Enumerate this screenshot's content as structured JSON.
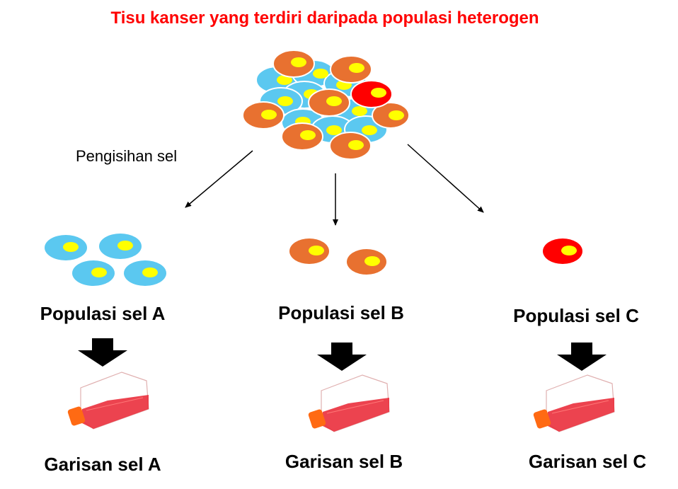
{
  "title": "Tisu kanser yang terdiri daripada populasi heterogen",
  "separation_label": "Pengisihan sel",
  "populations": [
    {
      "label": "Populasi sel A",
      "cell_line": "Garisan sel A",
      "cell_color": "#5bc8f0",
      "cell_count": 4
    },
    {
      "label": "Populasi sel B",
      "cell_line": "Garisan sel B",
      "cell_color": "#e87130",
      "cell_count": 2
    },
    {
      "label": "Populasi sel C",
      "cell_line": "Garisan sel C",
      "cell_color": "#ff0000",
      "cell_count": 1
    }
  ],
  "colors": {
    "title": "#ff0000",
    "nucleus": "#ffff00",
    "flask_cap": "#ff6a13",
    "flask_medium": "#e8283a"
  }
}
